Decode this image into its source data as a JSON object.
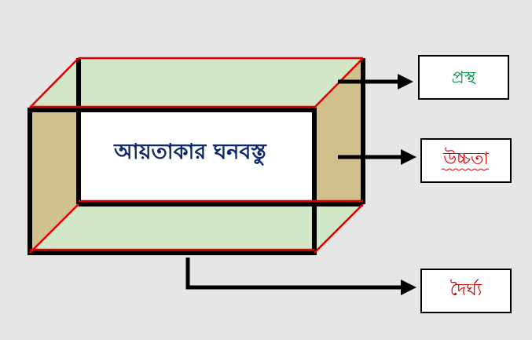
{
  "diagram": {
    "center_label": "আয়তাকার ঘনবস্তু",
    "labels": {
      "width": "প্রস্থ",
      "height": "উচ্চতা",
      "length": "দৈর্ঘ্য"
    }
  },
  "colors": {
    "background": "#e6e6e6",
    "top_face": "#d2e6c8",
    "side_face": "#d2c08c",
    "edge_black": "#000000",
    "edge_red": "#e00000",
    "center_text": "#0b2a6e",
    "width_text": "#00914a",
    "height_text": "#e00000",
    "length_text": "#c00000"
  }
}
